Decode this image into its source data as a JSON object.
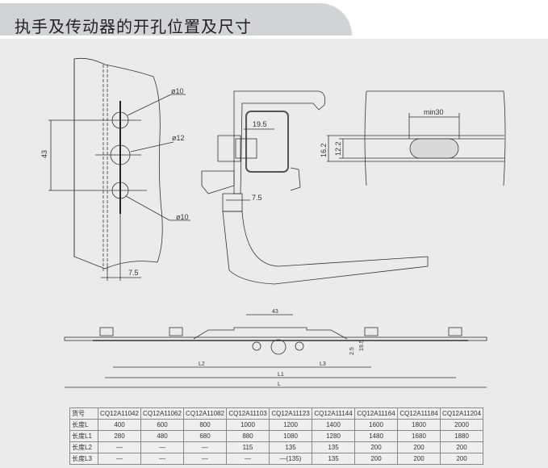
{
  "header": {
    "title": "执手及传动器的开孔位置及尺寸"
  },
  "drawing_left": {
    "hole_top": "ø10",
    "hole_middle": "ø12",
    "hole_bottom": "ø10",
    "dim_vertical": "43",
    "dim_offset": "7.5"
  },
  "drawing_handle": {
    "dim_width": "19.5",
    "dim_offset": "7.5"
  },
  "drawing_slot": {
    "dim_min_width": "min30",
    "dim_outer": "16.2",
    "dim_inner": "12.2"
  },
  "drawing_drive": {
    "dim_center": "43",
    "dim_small": "2.5",
    "dim_height": "19.5",
    "label_L2": "L2",
    "label_L3": "L3",
    "label_L1": "L1",
    "label_L": "L"
  },
  "spec_table": {
    "columns": [
      "货号",
      "CQ12A11042",
      "CQ12A11062",
      "CQ12A11082",
      "CQ12A11103",
      "CQ12A11123",
      "CQ12A11144",
      "CQ12A11164",
      "CQ12A11184",
      "CQ12A11204"
    ],
    "rows": [
      [
        "长度L",
        "400",
        "600",
        "800",
        "1000",
        "1200",
        "1400",
        "1600",
        "1800",
        "2000"
      ],
      [
        "长度L1",
        "280",
        "480",
        "680",
        "880",
        "1080",
        "1280",
        "1480",
        "1680",
        "1880"
      ],
      [
        "长度L2",
        "—",
        "—",
        "—",
        "115",
        "135",
        "135",
        "200",
        "200",
        "200"
      ],
      [
        "长度L3",
        "—",
        "—",
        "—",
        "—",
        "—(135)",
        "135",
        "200",
        "200",
        "200"
      ]
    ]
  }
}
